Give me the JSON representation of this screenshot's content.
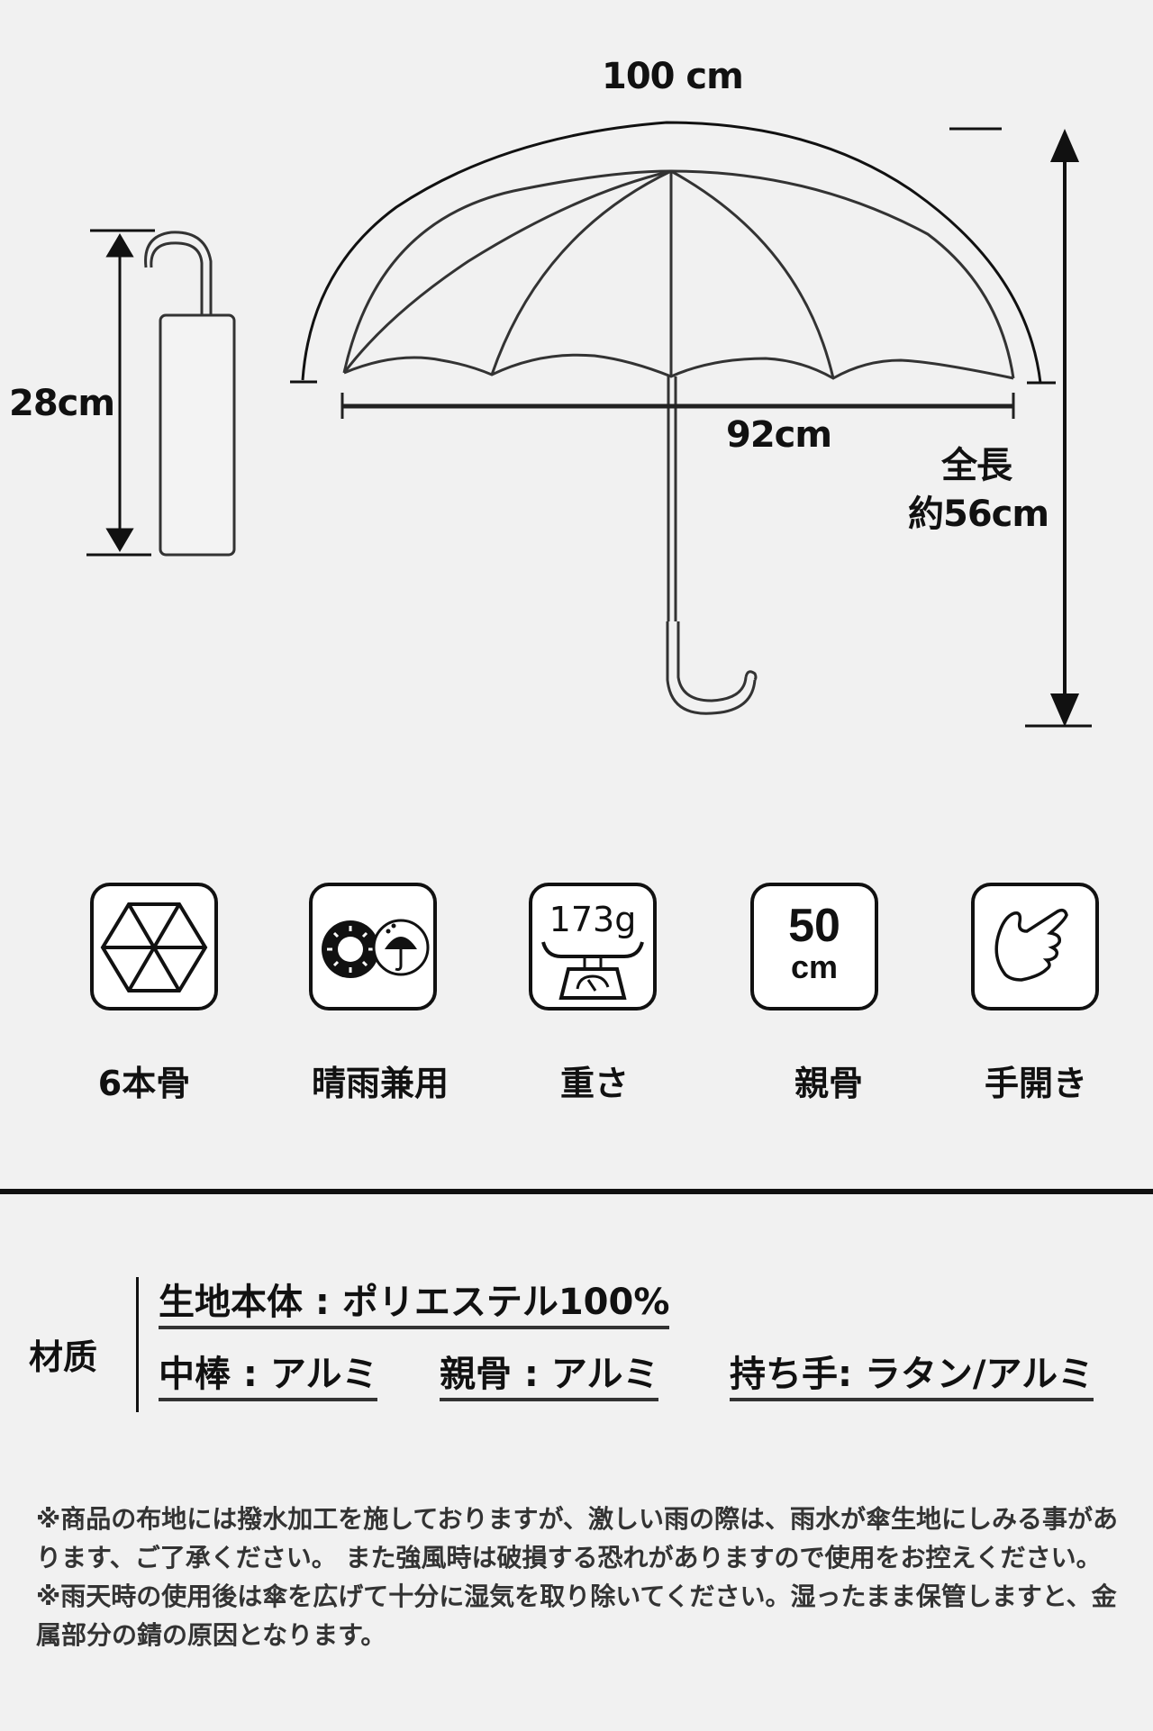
{
  "diagram": {
    "folded": {
      "length_label": "28cm"
    },
    "open": {
      "arc_label": "100 cm",
      "span_label": "92cm",
      "total_length_line1": "全長",
      "total_length_line2": "約56cm"
    }
  },
  "features": [
    {
      "icon": "hexagon-ribs-icon",
      "label": "6本骨"
    },
    {
      "icon": "sun-rain-icon",
      "label": "晴雨兼用"
    },
    {
      "icon": "scale-icon",
      "label": "重さ",
      "value": "173g"
    },
    {
      "icon": "rib-length-icon",
      "label": "親骨",
      "value_number": "50",
      "value_unit": "cm"
    },
    {
      "icon": "hand-open-icon",
      "label": "手開き"
    }
  ],
  "materials": {
    "heading": "材质",
    "fabric": "生地本体 : ポリエステル100%",
    "shaft": "中棒 : アルミ",
    "ribs": "親骨 : アルミ",
    "handle": "持ち手: ラタン/アルミ"
  },
  "notice": "※商品の布地には撥水加工を施しておりますが、激しい雨の際は、雨水が傘生地にしみる事があります、ご了承ください。 また強風時は破損する恐れがありますので使用をお控えください。 ※雨天時の使用後は傘を広げて十分に湿気を取り除いてください。湿ったまま保管しますと、金属部分の錆の原因となります。",
  "colors": {
    "background": "#f1f1f1",
    "ink": "#111111",
    "icon_fill": "#ffffff"
  }
}
